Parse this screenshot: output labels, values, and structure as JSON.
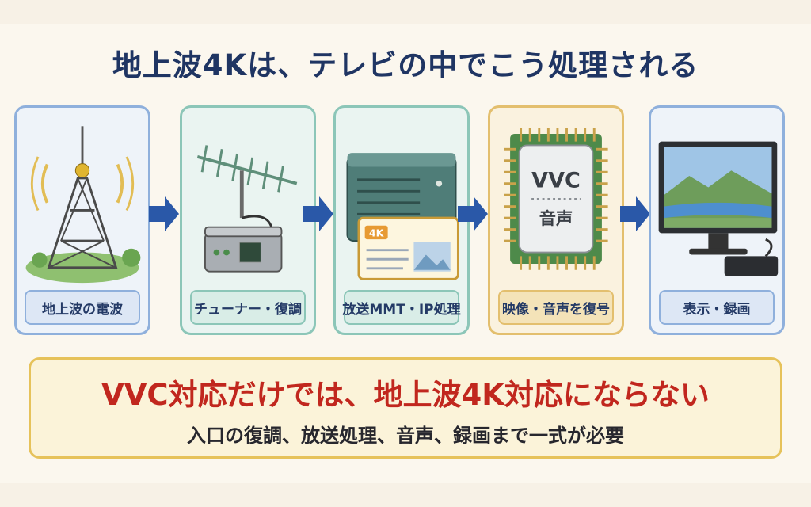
{
  "title": "地上波4Kは、テレビの中でこう処理される",
  "steps": [
    {
      "label": "地上波の電波",
      "icon": "broadcast-tower-icon",
      "color": "#7ea3d6"
    },
    {
      "label": "チューナー・復調",
      "icon": "antenna-tuner-icon",
      "color": "#8cc6b8"
    },
    {
      "label": "放送MMT・IP処理",
      "icon": "server-processor-icon",
      "color": "#8cc6b8"
    },
    {
      "label": "映像・音声を復号",
      "icon": "decoder-chip-icon",
      "color": "#e3bf6e"
    },
    {
      "label": "表示・録画",
      "icon": "tv-recorder-icon",
      "color": "#7ea3d6"
    }
  ],
  "chip_text": {
    "codec": "VVC",
    "audio": "音声"
  },
  "card_badge": "4K",
  "callout": {
    "main": "VVC対応だけでは、地上波4K対応にならない",
    "sub": "入口の復調、放送処理、音声、録画まで一式が必要"
  },
  "colors": {
    "title": "#1f3563",
    "arrow": "#2a58a8",
    "warning": "#c1271e"
  }
}
